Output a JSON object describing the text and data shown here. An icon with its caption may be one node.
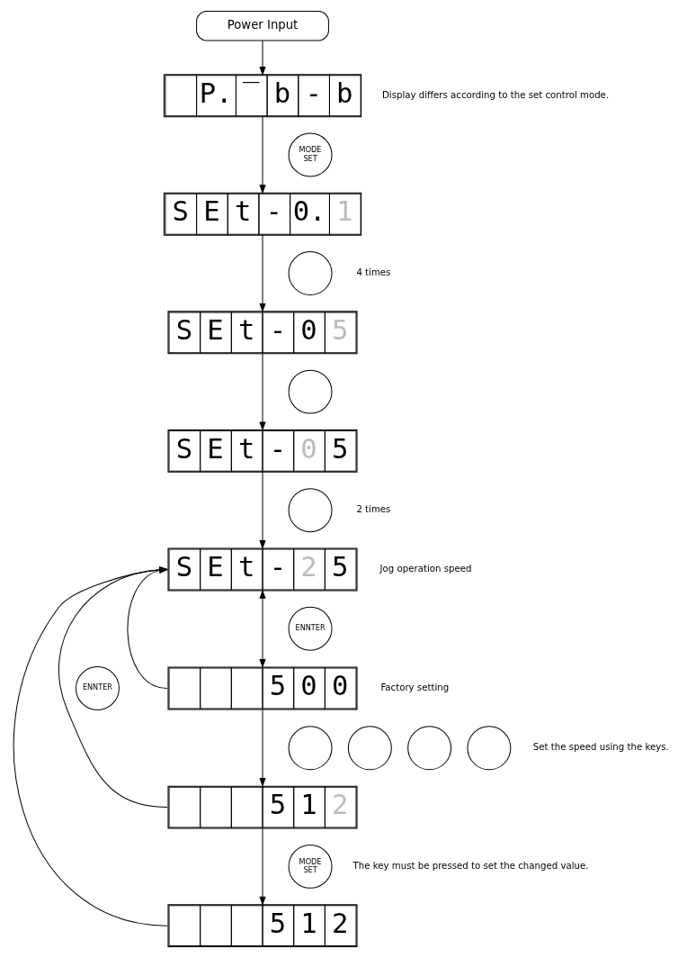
{
  "diagram": {
    "nodes": [
      {
        "text": [
          "Power Input"
        ]
      },
      {
        "text": [
          "P.",
          "‾",
          "b",
          "-",
          "b"
        ],
        "beside": [
          "Display differs according to the set control mode."
        ]
      },
      {
        "text": [
          "MODE",
          "SET"
        ]
      },
      {
        "text": [
          "S",
          "E",
          "t",
          "-",
          "0.",
          "1"
        ]
      },
      {
        "text": [],
        "shape": "circle",
        "beside": [
          "4 times"
        ]
      },
      {
        "text": [
          "S",
          "E",
          "t",
          "-",
          "0",
          "5"
        ]
      },
      {
        "text": [],
        "shape": "circle"
      },
      {
        "text": [
          "S",
          "E",
          "t",
          "-",
          "0",
          "5"
        ]
      },
      {
        "text": [],
        "shape": "circle",
        "beside": [
          "2 times"
        ]
      },
      {
        "text": [
          "ENNTER"
        ]
      },
      {
        "text": [
          "S",
          "E",
          "t",
          "-",
          "2",
          "5"
        ],
        "beside": [
          "Jog operation speed"
        ]
      },
      {
        "text": [
          "ENNTER"
        ]
      },
      {
        "text": [
          "5",
          "0",
          "0"
        ],
        "beside": [
          "Factory setting"
        ]
      },
      {
        "text": [],
        "shape": "circle"
      },
      {
        "text": [],
        "shape": "circle"
      },
      {
        "text": [],
        "shape": "circle"
      },
      {
        "text": [],
        "shape": "circle",
        "beside": [
          "Set the speed using the keys."
        ]
      },
      {
        "text": [
          "5",
          "1",
          "2"
        ]
      },
      {
        "text": [
          "MODE",
          "SET"
        ],
        "beside": [
          "The key must be pressed to set the changed value."
        ]
      },
      {
        "text": [
          "5",
          "1",
          "2"
        ]
      }
    ],
    "edges": [
      {
        "from": 0,
        "to": 1,
        "arrow": "to"
      },
      {
        "from": 1,
        "to": 3,
        "arrow": "to"
      },
      {
        "from": 3,
        "to": 5,
        "arrow": "to"
      },
      {
        "from": 5,
        "to": 7,
        "arrow": "to"
      },
      {
        "from": 7,
        "to": 10,
        "arrow": "to"
      },
      {
        "from": 10,
        "to": 12,
        "arrow": "both"
      },
      {
        "from": 12,
        "to": 17,
        "arrow": "to"
      },
      {
        "from": 17,
        "to": 19,
        "arrow": "to"
      },
      {
        "from": 12,
        "to": 10,
        "arrow": "to"
      },
      {
        "from": 17,
        "to": 10,
        "arrow": "to"
      },
      {
        "from": 19,
        "to": 10,
        "arrow": "to"
      }
    ]
  }
}
